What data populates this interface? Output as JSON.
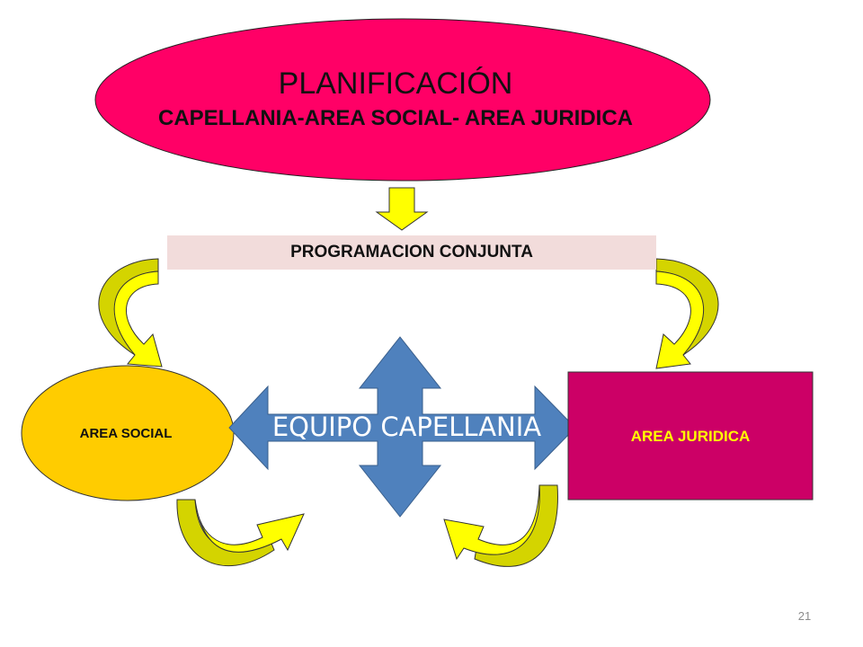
{
  "planning": {
    "title": "PLANIFICACIÓN",
    "subtitle": "CAPELLANIA-AREA SOCIAL- AREA JURIDICA"
  },
  "programming": {
    "label": "PROGRAMACION CONJUNTA"
  },
  "nodes": {
    "social": "AREA SOCIAL",
    "team": "EQUIPO CAPELLANIA",
    "legal": "AREA JURIDICA"
  },
  "slide": {
    "page_number": "21"
  },
  "colors": {
    "planning_fill": "#ff0066",
    "programming_fill": "#f2dcdb",
    "social_fill": "#ffcc00",
    "team_arrow_fill": "#4f81bd",
    "legal_fill": "#cc0066",
    "legal_text": "#ffff00",
    "flow_arrow_fill": "#ffff00",
    "flow_arrow_side": "#d4d400"
  }
}
